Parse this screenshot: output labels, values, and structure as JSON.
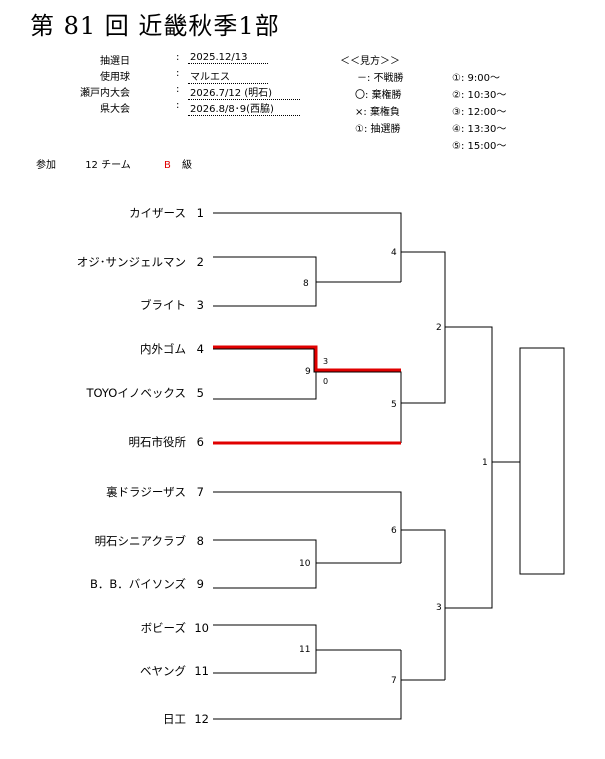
{
  "title": "第 81 回 近畿秋季1部",
  "info": [
    {
      "label": "抽選日",
      "value": "2025.12/13"
    },
    {
      "label": "使用球",
      "value": "マルエス"
    },
    {
      "label": "瀬戸内大会",
      "value": "2026.7/12 (明石)"
    },
    {
      "label": "県大会",
      "value": "2026.8/8･9(西脇)"
    }
  ],
  "legend": {
    "heading": "＜＜見方＞＞",
    "marks": [
      {
        "symbol": "－:",
        "meaning": "不戦勝"
      },
      {
        "symbol": "〇:",
        "meaning": "棄権勝"
      },
      {
        "symbol": "×:",
        "meaning": "棄権負"
      },
      {
        "symbol": "①:",
        "meaning": "抽選勝"
      }
    ],
    "times": [
      "①: 9:00～",
      "②: 10:30～",
      "③: 12:00～",
      "④: 13:30～",
      "⑤: 15:00～"
    ]
  },
  "participants": {
    "prefix": "参加",
    "count": "12 チーム",
    "grade_letter": "B",
    "grade_suffix": "級"
  },
  "teams": [
    {
      "name": "カイザース",
      "num": "1"
    },
    {
      "name": "オジ･サンジェルマン",
      "num": "2"
    },
    {
      "name": "ブライト",
      "num": "3"
    },
    {
      "name": "内外ゴム",
      "num": "4"
    },
    {
      "name": "TOYOイノベックス",
      "num": "5"
    },
    {
      "name": "明石市役所",
      "num": "6"
    },
    {
      "name": "裏ドラジーザス",
      "num": "7"
    },
    {
      "name": "明石シニアクラブ",
      "num": "8"
    },
    {
      "name": "B．B．バイソンズ",
      "num": "9"
    },
    {
      "name": "ボビーズ",
      "num": "10"
    },
    {
      "name": "ベヤング",
      "num": "11"
    },
    {
      "name": "日工",
      "num": "12"
    }
  ],
  "matches": {
    "m1": "1",
    "m2": "2",
    "m3": "3",
    "m4": "4",
    "m5": "5",
    "m6": "6",
    "m7": "7",
    "m8": "8",
    "m9": "9",
    "m10": "10",
    "m11": "11"
  },
  "scores": {
    "m9_top": "3",
    "m9_bottom": "0"
  },
  "colors": {
    "win_line": "#e00000",
    "line": "#000000"
  }
}
